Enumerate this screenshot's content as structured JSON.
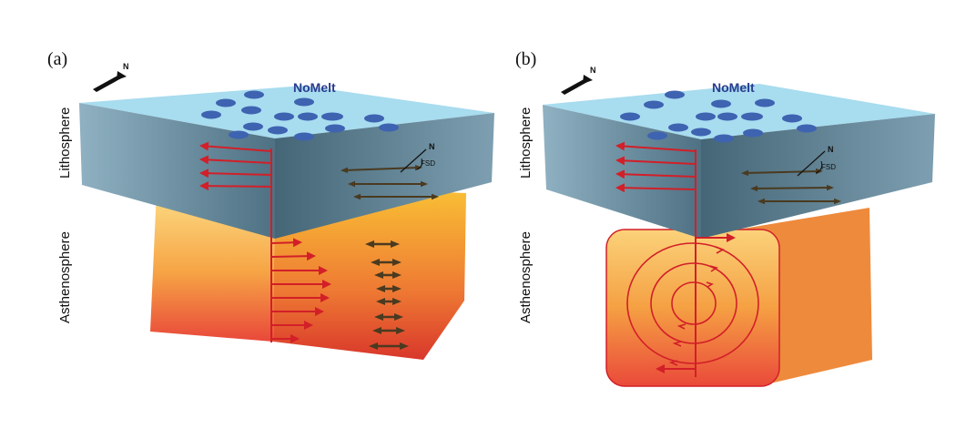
{
  "panels": [
    {
      "id": "a",
      "label": "(a)",
      "title": "NoMelt",
      "north_label": "N",
      "fsd_north_label": "N",
      "fsd_label": "FSD",
      "layer_top": "Lithosphere",
      "layer_bottom": "Asthenosphere"
    },
    {
      "id": "b",
      "label": "(b)",
      "title": "NoMelt",
      "north_label": "N",
      "fsd_north_label": "N",
      "fsd_label": "FSD",
      "layer_top": "Lithosphere",
      "layer_bottom": "Asthenosphere"
    }
  ],
  "colors": {
    "lithosphere_top": "#a8dcef",
    "lithosphere_front": "#5f8699",
    "lithosphere_side": "#3f5e70",
    "asthenosphere_top": "#fde08a",
    "asthenosphere_mid": "#f6a545",
    "asthenosphere_bottom": "#e9483a",
    "flow_arrow": "#d21f28",
    "station": "#3e63b1",
    "fabric": "#4a3a20"
  }
}
